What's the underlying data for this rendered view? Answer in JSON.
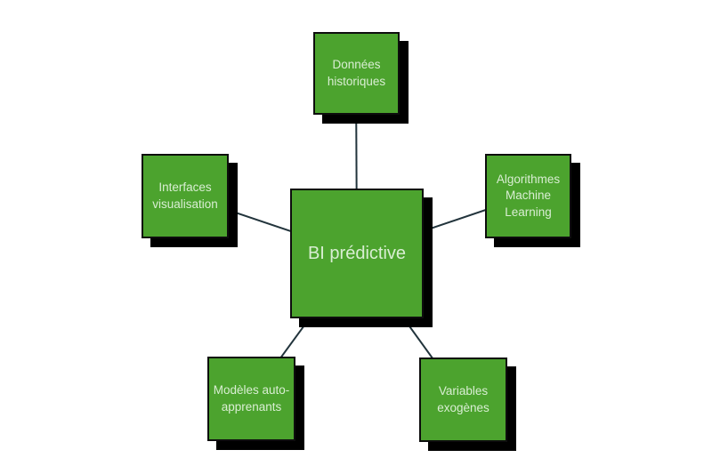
{
  "diagram": {
    "type": "hub-and-spoke",
    "center_node": {
      "id": "bi-predictive",
      "label": "BI prédictive"
    },
    "satellite_nodes": [
      {
        "id": "donnees-historiques",
        "label": "Données\nhistoriques",
        "position": "top"
      },
      {
        "id": "algorithmes-machine-learning",
        "label": "Algorithmes\nMachine\nLearning",
        "position": "right"
      },
      {
        "id": "variables-exogenes",
        "label": "Variables\nexogènes",
        "position": "bottom-right"
      },
      {
        "id": "modeles-auto-apprenants",
        "label": "Modèles auto-\napprenants",
        "position": "bottom-left"
      },
      {
        "id": "interfaces-visualisation",
        "label": "Interfaces\nvisualisation",
        "position": "left"
      }
    ],
    "edges": [
      {
        "from": "bi-predictive",
        "to": "donnees-historiques"
      },
      {
        "from": "bi-predictive",
        "to": "algorithmes-machine-learning"
      },
      {
        "from": "bi-predictive",
        "to": "variables-exogenes"
      },
      {
        "from": "bi-predictive",
        "to": "modeles-auto-apprenants"
      },
      {
        "from": "bi-predictive",
        "to": "interfaces-visualisation"
      }
    ]
  },
  "colors": {
    "node_fill": "#4ca32e",
    "node_border": "#0d0d0d",
    "node_shadow": "#000000",
    "node_text": "#d9eed3",
    "connector": "#22343c",
    "background": "#ffffff"
  }
}
